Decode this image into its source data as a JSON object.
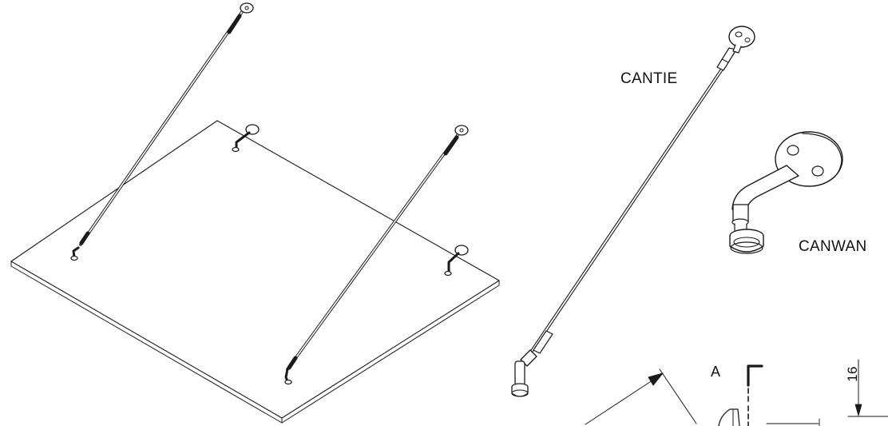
{
  "labels": {
    "cantie": "CANTIE",
    "canwan": "CANWAN",
    "section_marker": "A",
    "dimension_value": "16"
  },
  "colors": {
    "stroke": "#1a1a1a",
    "background": "#ffffff"
  }
}
